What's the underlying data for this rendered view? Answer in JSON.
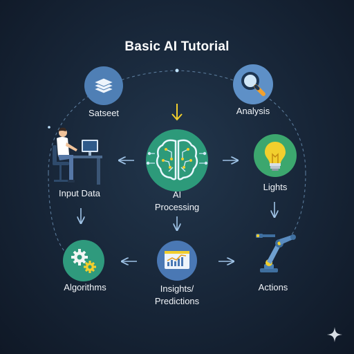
{
  "title": "Basic AI Tutorial",
  "nodes": {
    "dataset": {
      "label": "Satseet",
      "icon": "database-stack-icon"
    },
    "analysis": {
      "label": "Analysis",
      "icon": "magnifier-icon"
    },
    "input": {
      "label": "Input Data",
      "icon": "person-at-computer-icon"
    },
    "ai": {
      "label_line1": "AI",
      "label_line2": "Processing",
      "icon": "brain-circuit-icon"
    },
    "lights": {
      "label": "Lights",
      "icon": "lightbulb-icon"
    },
    "algorithms": {
      "label": "Algorithms",
      "icon": "gears-icon"
    },
    "insights": {
      "label_line1": "Insights/",
      "label_line2": "Predictions",
      "icon": "chart-screen-icon"
    },
    "actions": {
      "label": "Actions",
      "icon": "robot-arm-icon"
    }
  },
  "colors": {
    "background": "#172537",
    "dataset_circle": "#4f7fb5",
    "analysis_circle": "#5e90c7",
    "brain_circle": "#2d9a7a",
    "lights_circle": "#3ca76e",
    "algorithms_circle": "#2f9a7d",
    "insights_circle": "#4a78b4",
    "accent_yellow": "#f2cf2d",
    "arrow": "#9fc3e6"
  }
}
